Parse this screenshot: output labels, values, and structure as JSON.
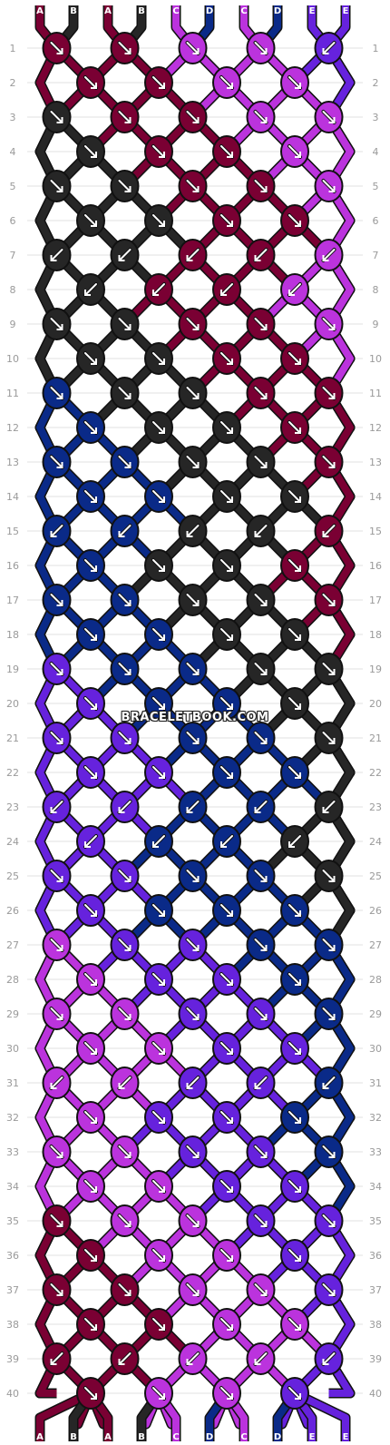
{
  "colors": {
    "A": "#7a0033",
    "B": "#262626",
    "C": "#bb33dd",
    "D": "#0a2a88",
    "E": "#6622dd"
  },
  "strand_labels_top": [
    "A",
    "B",
    "A",
    "B",
    "C",
    "D",
    "C",
    "D",
    "E",
    "E"
  ],
  "strand_labels_bottom": [
    "A",
    "B",
    "A",
    "B",
    "C",
    "D",
    "C",
    "D",
    "E",
    "E"
  ],
  "row_numbers": [
    "1",
    "2",
    "3",
    "4",
    "5",
    "6",
    "7",
    "8",
    "9",
    "10",
    "11",
    "12",
    "13",
    "14",
    "15",
    "16",
    "17",
    "18",
    "19",
    "20",
    "21",
    "22",
    "23",
    "24",
    "25",
    "26",
    "27",
    "28",
    "29",
    "30",
    "31",
    "32",
    "33",
    "34",
    "35",
    "36",
    "37",
    "38",
    "39",
    "40"
  ],
  "knots": [
    {
      "row": 1,
      "k": [
        [
          "A",
          "SE"
        ],
        [
          "A",
          "SE"
        ],
        [
          "C",
          "SE"
        ],
        [
          "C",
          "SE"
        ],
        [
          "E",
          "SW"
        ]
      ]
    },
    {
      "row": 2,
      "k": [
        [
          "A",
          "SE"
        ],
        [
          "A",
          "SE"
        ],
        [
          "C",
          "SE"
        ],
        [
          "C",
          "SE"
        ]
      ]
    },
    {
      "row": 3,
      "k": [
        [
          "B",
          "SE"
        ],
        [
          "A",
          "SE"
        ],
        [
          "A",
          "SE"
        ],
        [
          "C",
          "SE"
        ],
        [
          "C",
          "SE"
        ]
      ]
    },
    {
      "row": 4,
      "k": [
        [
          "B",
          "SE"
        ],
        [
          "A",
          "SE"
        ],
        [
          "A",
          "SE"
        ],
        [
          "C",
          "SE"
        ]
      ]
    },
    {
      "row": 5,
      "k": [
        [
          "B",
          "SE"
        ],
        [
          "B",
          "SE"
        ],
        [
          "A",
          "SE"
        ],
        [
          "A",
          "SE"
        ],
        [
          "C",
          "SE"
        ]
      ]
    },
    {
      "row": 6,
      "k": [
        [
          "B",
          "SE"
        ],
        [
          "B",
          "SE"
        ],
        [
          "A",
          "SE"
        ],
        [
          "A",
          "SE"
        ]
      ]
    },
    {
      "row": 7,
      "k": [
        [
          "B",
          "SW"
        ],
        [
          "B",
          "SW"
        ],
        [
          "A",
          "SW"
        ],
        [
          "A",
          "SW"
        ],
        [
          "C",
          "SW"
        ]
      ]
    },
    {
      "row": 8,
      "k": [
        [
          "B",
          "SW"
        ],
        [
          "A",
          "SW"
        ],
        [
          "A",
          "SW"
        ],
        [
          "C",
          "SW"
        ]
      ]
    },
    {
      "row": 9,
      "k": [
        [
          "B",
          "SE"
        ],
        [
          "B",
          "SE"
        ],
        [
          "A",
          "SE"
        ],
        [
          "A",
          "SE"
        ],
        [
          "C",
          "SE"
        ]
      ]
    },
    {
      "row": 10,
      "k": [
        [
          "B",
          "SE"
        ],
        [
          "B",
          "SE"
        ],
        [
          "A",
          "SE"
        ],
        [
          "A",
          "SE"
        ]
      ]
    },
    {
      "row": 11,
      "k": [
        [
          "D",
          "SE"
        ],
        [
          "B",
          "SE"
        ],
        [
          "B",
          "SE"
        ],
        [
          "A",
          "SE"
        ],
        [
          "A",
          "SE"
        ]
      ]
    },
    {
      "row": 12,
      "k": [
        [
          "D",
          "SE"
        ],
        [
          "B",
          "SE"
        ],
        [
          "B",
          "SE"
        ],
        [
          "A",
          "SE"
        ]
      ]
    },
    {
      "row": 13,
      "k": [
        [
          "D",
          "SE"
        ],
        [
          "D",
          "SE"
        ],
        [
          "B",
          "SE"
        ],
        [
          "B",
          "SE"
        ],
        [
          "A",
          "SE"
        ]
      ]
    },
    {
      "row": 14,
      "k": [
        [
          "D",
          "SE"
        ],
        [
          "D",
          "SE"
        ],
        [
          "B",
          "SE"
        ],
        [
          "B",
          "SE"
        ]
      ]
    },
    {
      "row": 15,
      "k": [
        [
          "D",
          "SW"
        ],
        [
          "D",
          "SW"
        ],
        [
          "B",
          "SW"
        ],
        [
          "B",
          "SW"
        ],
        [
          "A",
          "SW"
        ]
      ]
    },
    {
      "row": 16,
      "k": [
        [
          "D",
          "SE"
        ],
        [
          "B",
          "SE"
        ],
        [
          "B",
          "SE"
        ],
        [
          "A",
          "SE"
        ]
      ]
    },
    {
      "row": 17,
      "k": [
        [
          "D",
          "SE"
        ],
        [
          "D",
          "SE"
        ],
        [
          "B",
          "SE"
        ],
        [
          "B",
          "SE"
        ],
        [
          "A",
          "SE"
        ]
      ]
    },
    {
      "row": 18,
      "k": [
        [
          "D",
          "SE"
        ],
        [
          "D",
          "SE"
        ],
        [
          "B",
          "SE"
        ],
        [
          "B",
          "SE"
        ]
      ]
    },
    {
      "row": 19,
      "k": [
        [
          "E",
          "SE"
        ],
        [
          "D",
          "SE"
        ],
        [
          "D",
          "SE"
        ],
        [
          "B",
          "SE"
        ],
        [
          "B",
          "SE"
        ]
      ]
    },
    {
      "row": 20,
      "k": [
        [
          "E",
          "SE"
        ],
        [
          "D",
          "SE"
        ],
        [
          "D",
          "SE"
        ],
        [
          "B",
          "SE"
        ]
      ]
    },
    {
      "row": 21,
      "k": [
        [
          "E",
          "SE"
        ],
        [
          "E",
          "SE"
        ],
        [
          "D",
          "SE"
        ],
        [
          "D",
          "SE"
        ],
        [
          "B",
          "SE"
        ]
      ]
    },
    {
      "row": 22,
      "k": [
        [
          "E",
          "SE"
        ],
        [
          "E",
          "SE"
        ],
        [
          "D",
          "SE"
        ],
        [
          "D",
          "SE"
        ]
      ]
    },
    {
      "row": 23,
      "k": [
        [
          "E",
          "SW"
        ],
        [
          "E",
          "SW"
        ],
        [
          "D",
          "SW"
        ],
        [
          "D",
          "SW"
        ],
        [
          "B",
          "SW"
        ]
      ]
    },
    {
      "row": 24,
      "k": [
        [
          "E",
          "SW"
        ],
        [
          "D",
          "SW"
        ],
        [
          "D",
          "SW"
        ],
        [
          "B",
          "SW"
        ]
      ]
    },
    {
      "row": 25,
      "k": [
        [
          "E",
          "SE"
        ],
        [
          "E",
          "SE"
        ],
        [
          "D",
          "SE"
        ],
        [
          "D",
          "SE"
        ],
        [
          "B",
          "SE"
        ]
      ]
    },
    {
      "row": 26,
      "k": [
        [
          "E",
          "SE"
        ],
        [
          "D",
          "SE"
        ],
        [
          "D",
          "SE"
        ],
        [
          "D",
          "SE"
        ]
      ]
    },
    {
      "row": 27,
      "k": [
        [
          "C",
          "SE"
        ],
        [
          "E",
          "SE"
        ],
        [
          "E",
          "SE"
        ],
        [
          "D",
          "SE"
        ],
        [
          "D",
          "SE"
        ]
      ]
    },
    {
      "row": 28,
      "k": [
        [
          "C",
          "SE"
        ],
        [
          "E",
          "SE"
        ],
        [
          "E",
          "SE"
        ],
        [
          "D",
          "SE"
        ]
      ]
    },
    {
      "row": 29,
      "k": [
        [
          "C",
          "SE"
        ],
        [
          "C",
          "SE"
        ],
        [
          "E",
          "SE"
        ],
        [
          "E",
          "SE"
        ],
        [
          "D",
          "SE"
        ]
      ]
    },
    {
      "row": 30,
      "k": [
        [
          "C",
          "SE"
        ],
        [
          "C",
          "SE"
        ],
        [
          "E",
          "SE"
        ],
        [
          "E",
          "SE"
        ]
      ]
    },
    {
      "row": 31,
      "k": [
        [
          "C",
          "SW"
        ],
        [
          "C",
          "SW"
        ],
        [
          "E",
          "SW"
        ],
        [
          "E",
          "SW"
        ],
        [
          "D",
          "SW"
        ]
      ]
    },
    {
      "row": 32,
      "k": [
        [
          "C",
          "SE"
        ],
        [
          "E",
          "SE"
        ],
        [
          "E",
          "SE"
        ],
        [
          "D",
          "SE"
        ]
      ]
    },
    {
      "row": 33,
      "k": [
        [
          "C",
          "SE"
        ],
        [
          "C",
          "SE"
        ],
        [
          "E",
          "SE"
        ],
        [
          "E",
          "SE"
        ],
        [
          "D",
          "SE"
        ]
      ]
    },
    {
      "row": 34,
      "k": [
        [
          "C",
          "SE"
        ],
        [
          "C",
          "SE"
        ],
        [
          "E",
          "SE"
        ],
        [
          "E",
          "SE"
        ]
      ]
    },
    {
      "row": 35,
      "k": [
        [
          "A",
          "SE"
        ],
        [
          "C",
          "SE"
        ],
        [
          "C",
          "SE"
        ],
        [
          "E",
          "SE"
        ],
        [
          "E",
          "SE"
        ]
      ]
    },
    {
      "row": 36,
      "k": [
        [
          "A",
          "SE"
        ],
        [
          "C",
          "SE"
        ],
        [
          "C",
          "SE"
        ],
        [
          "E",
          "SE"
        ]
      ]
    },
    {
      "row": 37,
      "k": [
        [
          "A",
          "SE"
        ],
        [
          "A",
          "SE"
        ],
        [
          "C",
          "SE"
        ],
        [
          "C",
          "SE"
        ],
        [
          "E",
          "SE"
        ]
      ]
    },
    {
      "row": 38,
      "k": [
        [
          "A",
          "SE"
        ],
        [
          "A",
          "SE"
        ],
        [
          "C",
          "SE"
        ],
        [
          "C",
          "SE"
        ]
      ]
    },
    {
      "row": 39,
      "k": [
        [
          "A",
          "SW"
        ],
        [
          "A",
          "SW"
        ],
        [
          "C",
          "SW"
        ],
        [
          "C",
          "SW"
        ],
        [
          "E",
          "SW"
        ]
      ]
    },
    {
      "row": 40,
      "k": [
        [
          "A",
          "SE"
        ],
        [
          "C",
          "SE"
        ],
        [
          "C",
          "SE"
        ],
        [
          "E",
          "SE"
        ]
      ]
    }
  ],
  "watermark": "BRACELETBOOK.COM"
}
